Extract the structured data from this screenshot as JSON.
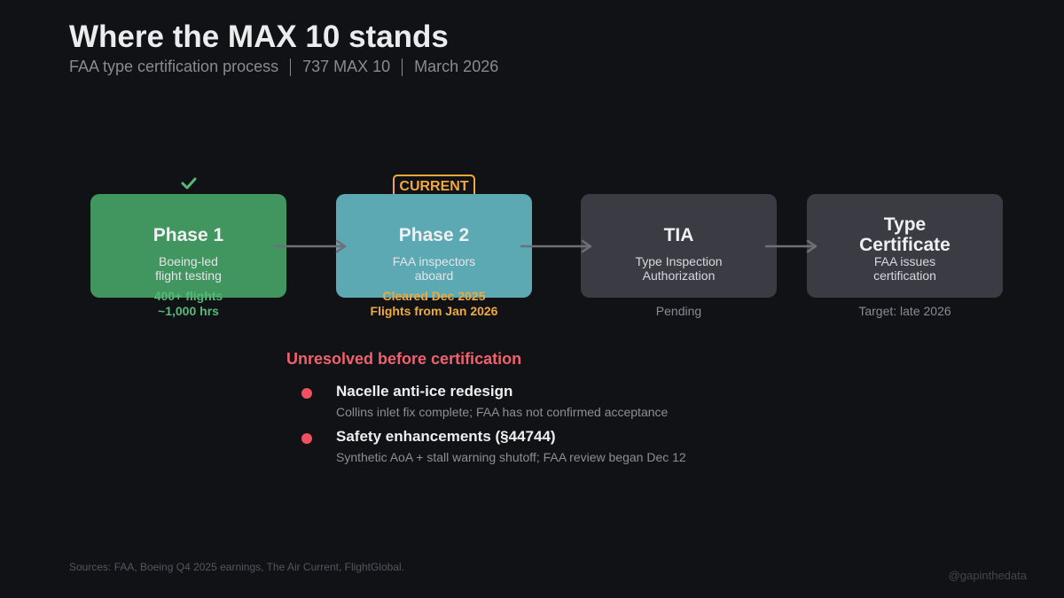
{
  "header": {
    "title": "Where the MAX 10 stands",
    "subtitle_parts": [
      "FAA type certification process",
      "737 MAX 10",
      "March 2026"
    ]
  },
  "badge": {
    "current_label": "CURRENT",
    "check_icon": "check-icon"
  },
  "phases": [
    {
      "name": "Phase 1",
      "desc_lines": [
        "Boeing-led",
        "flight testing"
      ],
      "note_lines": [
        "400+ flights",
        "~1,000 hrs"
      ],
      "status": "done",
      "color": "#41955f"
    },
    {
      "name": "Phase 2",
      "desc_lines": [
        "FAA inspectors",
        "aboard"
      ],
      "note_lines": [
        "Cleared Dec 2025",
        "Flights from Jan 2026"
      ],
      "status": "current",
      "color": "#5ca8b3"
    },
    {
      "name": "TIA",
      "desc_lines": [
        "Type Inspection",
        "Authorization"
      ],
      "note_lines": [
        "Pending"
      ],
      "status": "pending",
      "color": "#3b3b44"
    },
    {
      "name": "Type Certificate",
      "desc_lines": [
        "FAA issues",
        "certification"
      ],
      "note_lines": [
        "Target: late 2026"
      ],
      "status": "target",
      "color": "#3b3b44"
    }
  ],
  "unresolved": {
    "title": "Unresolved before certification",
    "items": [
      {
        "title": "Nacelle anti-ice redesign",
        "detail": "Collins inlet fix complete; FAA has not confirmed acceptance"
      },
      {
        "title": "Safety enhancements (§44744)",
        "detail": "Synthetic AoA + stall warning shutoff; FAA review began Dec 12"
      }
    ]
  },
  "footer": {
    "sources": "Sources: FAA, Boeing Q4 2025 earnings, The Air Current, FlightGlobal.",
    "handle": "@gapinthedata"
  },
  "colors": {
    "background": "#111216",
    "done": "#41955f",
    "current": "#5ca8b3",
    "pending": "#3b3b44",
    "accent_orange": "#f0a93c",
    "alert_red": "#f0606d"
  }
}
